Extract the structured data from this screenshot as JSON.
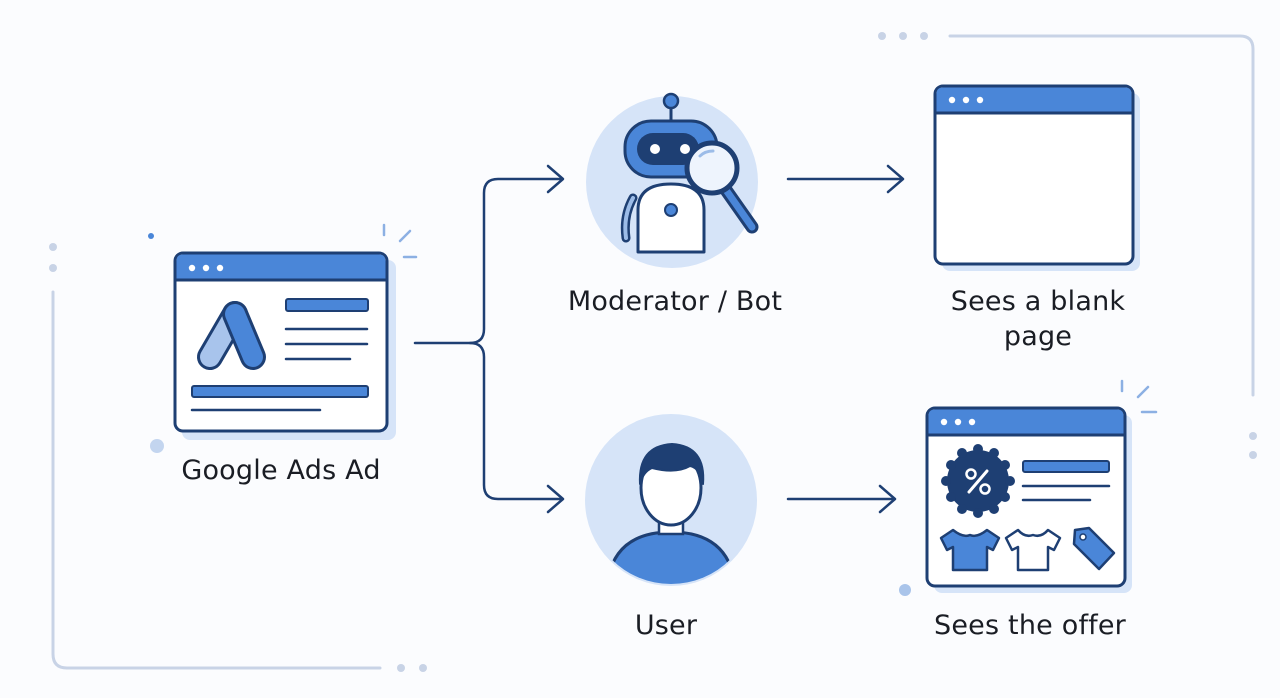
{
  "nodes": {
    "ad": {
      "label": "Google Ads Ad"
    },
    "moderator": {
      "label": "Moderator / Bot"
    },
    "blank": {
      "label": "Sees a blank page"
    },
    "user": {
      "label": "User"
    },
    "offer": {
      "label": "Sees the offer"
    }
  },
  "icons": {
    "ad": "google-ads-logo-icon",
    "moderator": "robot-with-magnifier-icon",
    "blank": "blank-browser-window-icon",
    "user": "user-avatar-icon",
    "offer": "shop-browser-window-icon",
    "discount": "percent-badge-icon"
  },
  "colors": {
    "navy": "#1e3f73",
    "blue": "#4a86d8",
    "light": "#d6e4f8",
    "muted": "#c8d3e6"
  }
}
